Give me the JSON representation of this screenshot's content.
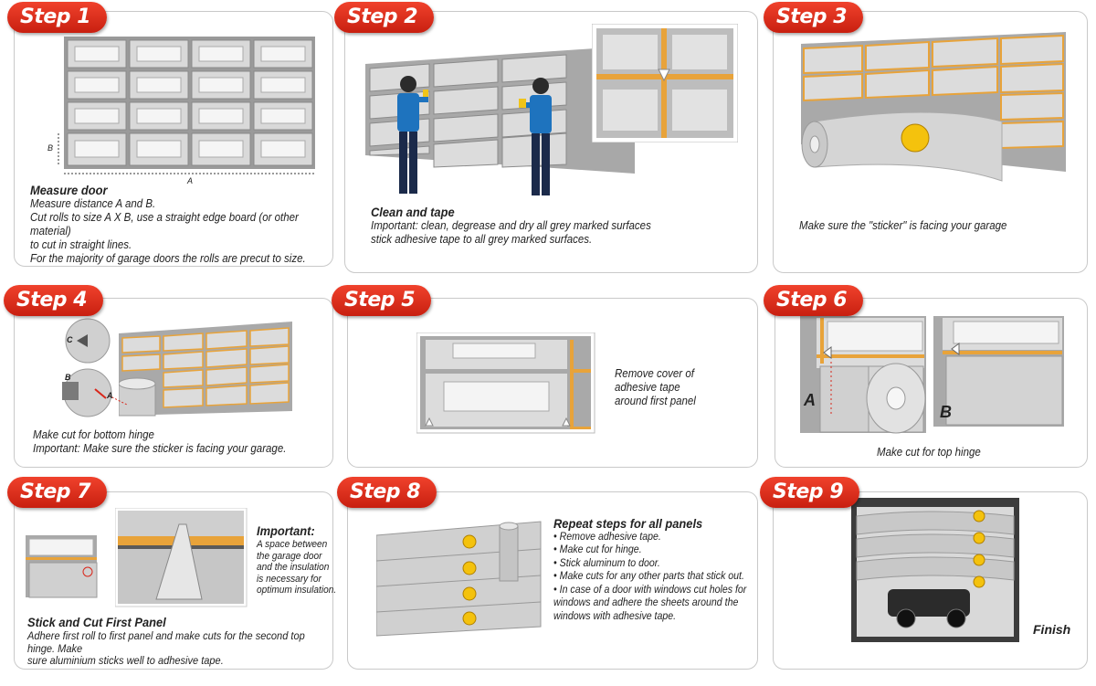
{
  "steps": [
    {
      "badge": "Step 1",
      "title": "Measure door",
      "lines": [
        "Measure distance A and B.",
        "Cut rolls to size A X B, use a straight edge board (or other material)",
        "to cut in straight lines.",
        "For the majority of garage doors the rolls are precut to size."
      ],
      "label_a": "A",
      "label_b": "B"
    },
    {
      "badge": "Step 2",
      "title": "Clean and tape",
      "lines": [
        "Important: clean, degrease and dry all grey marked surfaces",
        "stick adhesive tape to all grey marked surfaces."
      ]
    },
    {
      "badge": "Step 3",
      "lines": [
        "Make sure the \"sticker\" is facing your garage"
      ]
    },
    {
      "badge": "Step 4",
      "lines": [
        "Make cut for bottom hinge",
        "Important: Make sure the sticker is facing your garage."
      ],
      "label_a": "A",
      "label_b": "B",
      "label_c": "C"
    },
    {
      "badge": "Step 5",
      "lines": [
        "Remove cover of",
        "adhesive tape",
        "around first panel"
      ]
    },
    {
      "badge": "Step 6",
      "lines": [
        "Make cut for top hinge"
      ],
      "label_a": "A",
      "label_b": "B"
    },
    {
      "badge": "Step 7",
      "title": "Stick and Cut First Panel",
      "lines": [
        "Adhere first roll to first panel and make cuts for the second top hinge. Make",
        "sure aluminium sticks well to adhesive tape."
      ],
      "note_title": "Important:",
      "note_lines": [
        "A space between",
        "the garage door",
        "and the insulation",
        "is necessary for",
        "optimum insulation."
      ]
    },
    {
      "badge": "Step 8",
      "title": "Repeat steps for all panels",
      "bullets": [
        "Remove adhesive tape.",
        "Make cut for hinge.",
        "Stick aluminum to door.",
        "Make cuts for any other parts that stick out.",
        "In case of a door with windows cut holes for"
      ],
      "cont_lines": [
        "windows and adhere  the sheets around the",
        "windows with adhesive tape."
      ]
    },
    {
      "badge": "Step 9",
      "title": "Finish"
    }
  ],
  "colors": {
    "badge": "#d9261a",
    "border": "#c9c9c9",
    "frame": "#8f8f8f",
    "panel": "#d7d7d7",
    "window": "#f4f4f4",
    "tape": "#e8a33a",
    "foil": "#cfcfcf"
  }
}
